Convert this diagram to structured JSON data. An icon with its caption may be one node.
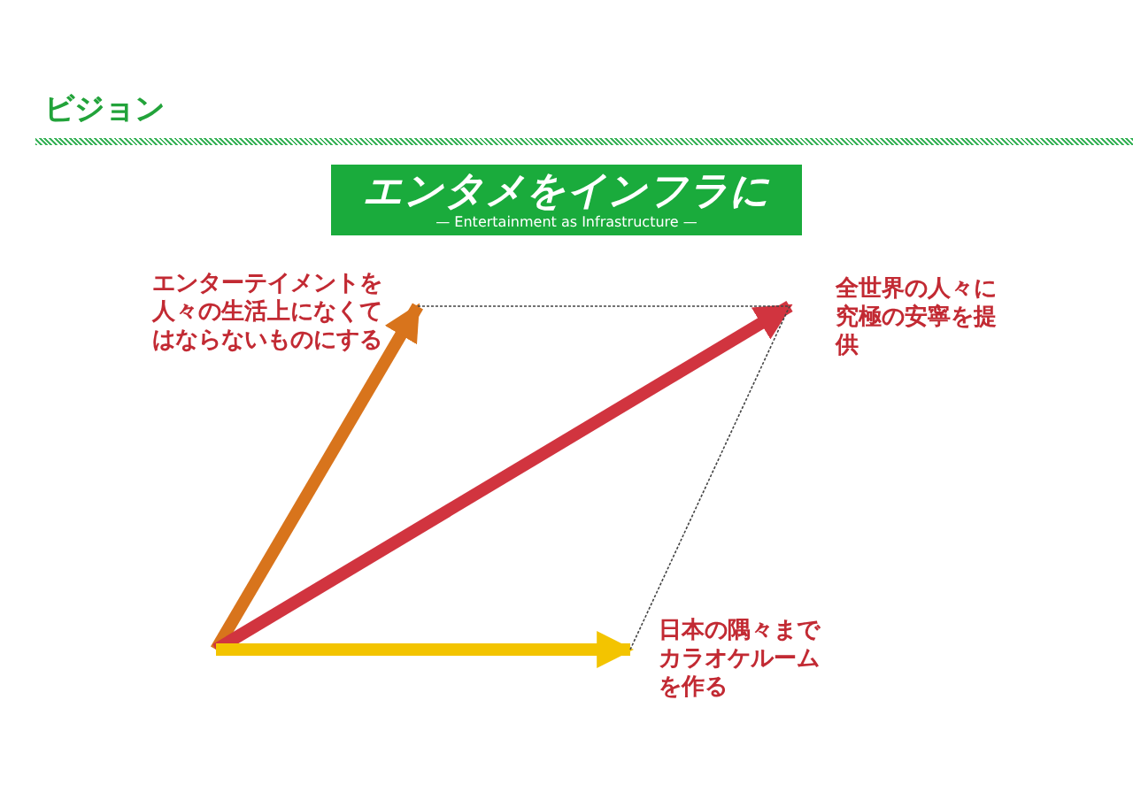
{
  "diagram": {
    "title": "ビジョン",
    "nodes": [
      {
        "text": [
          "エンタメをインフラに",
          "— Entertainment as Infrastructure —"
        ]
      },
      {
        "text": [
          "エンターテイメントを人々の生活上になくてはならないものにする"
        ]
      },
      {
        "text": [
          "全世界の人々に究極の安寧を提供"
        ]
      },
      {
        "text": [
          "日本の隅々までカラオケルームを作る"
        ]
      }
    ],
    "edges": [
      {
        "from": null,
        "to": 1,
        "arrow": "to",
        "color": "#d8741c"
      },
      {
        "from": null,
        "to": 2,
        "arrow": "to",
        "color": "#d1343f"
      },
      {
        "from": null,
        "to": 3,
        "arrow": "to",
        "color": "#f3c400"
      },
      {
        "from": 1,
        "to": 2,
        "arrow": "none",
        "style": "dashed",
        "color": "#444444"
      },
      {
        "from": 3,
        "to": 2,
        "arrow": "none",
        "style": "dashed",
        "color": "#444444"
      }
    ]
  }
}
